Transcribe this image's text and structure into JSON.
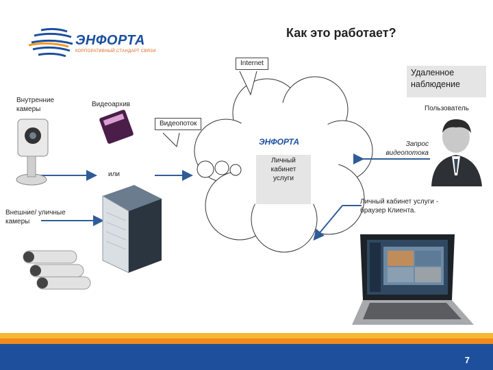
{
  "header": {
    "title": "Как это работает?"
  },
  "logo": {
    "word": "ЭНФОРТА",
    "tagline": "КОРПОРАТИВНЫЙ СТАНДАРТ СВЯЗИ"
  },
  "labels": {
    "internet": "Internet",
    "remote_monitoring": "Удаленное наблюдение",
    "indoor_cameras": "Внутренние камеры",
    "video_archive": "Видеоархив",
    "user": "Пользователь",
    "video_stream": "Видеопоток",
    "stream_request": "Запрос видеопотока",
    "or": "или",
    "personal_cabinet": "Личный кабинет услуги",
    "outdoor_cameras": "Внешние/ уличные камеры",
    "cabinet_browser": "Личный кабинет услуги - браузер Клиента."
  },
  "footer": {
    "page_number": "7"
  },
  "colors": {
    "brand_blue": "#1b4fa0",
    "brand_orange": "#f39a1e",
    "arrow_blue": "#2f5c99"
  }
}
